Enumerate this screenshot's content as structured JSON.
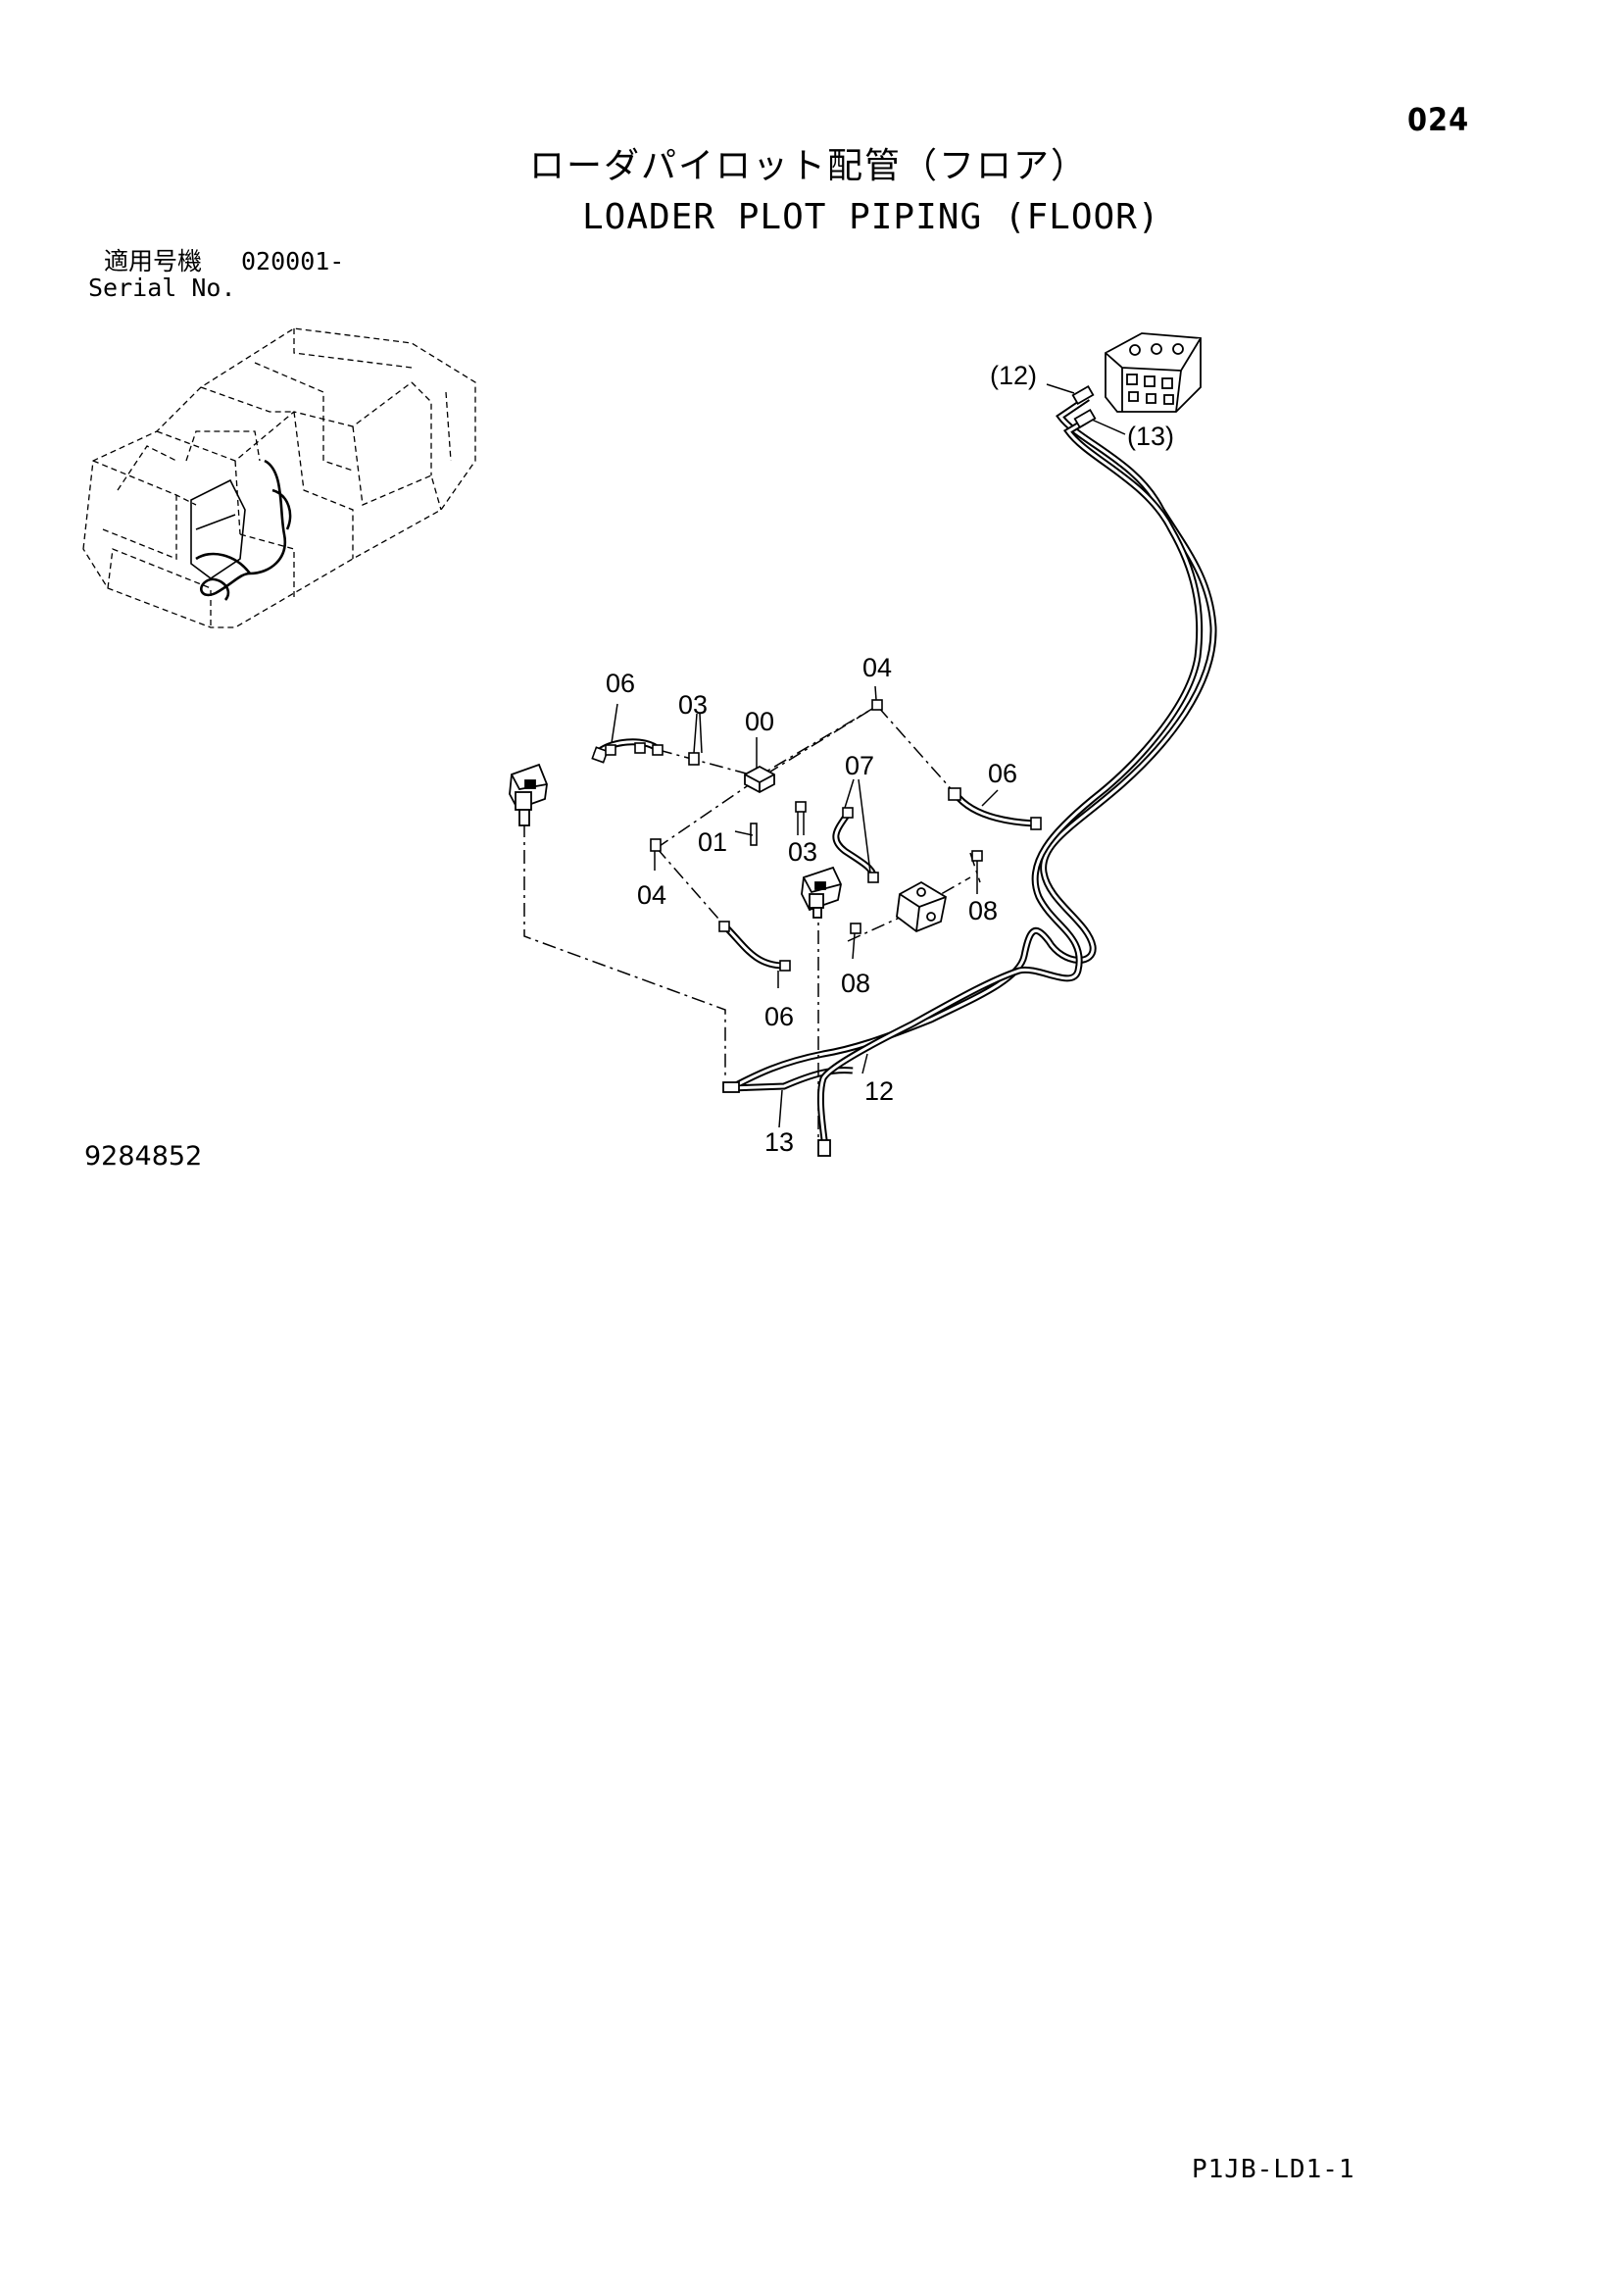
{
  "header": {
    "page_number": "024",
    "title_jp": "ローダパイロット配管（フロア）",
    "title_en": "LOADER PLOT PIPING (FLOOR)"
  },
  "serial": {
    "label_jp": "適用号機",
    "value": "020001-",
    "label_en": "Serial No."
  },
  "diagram": {
    "illustration_number": "9284852",
    "callouts": {
      "c12_top": "(12)",
      "c13_top": "(13)",
      "c04_top": "04",
      "c06_left": "06",
      "c03_left": "03",
      "c00": "00",
      "c07": "07",
      "c06_right": "06",
      "c01": "01",
      "c03_mid": "03",
      "c04_left": "04",
      "c08_right": "08",
      "c08_mid": "08",
      "c06_bottom": "06",
      "c12_bottom": "12",
      "c13_bottom": "13"
    }
  },
  "footer": {
    "page_code": "P1JB-LD1-1"
  }
}
